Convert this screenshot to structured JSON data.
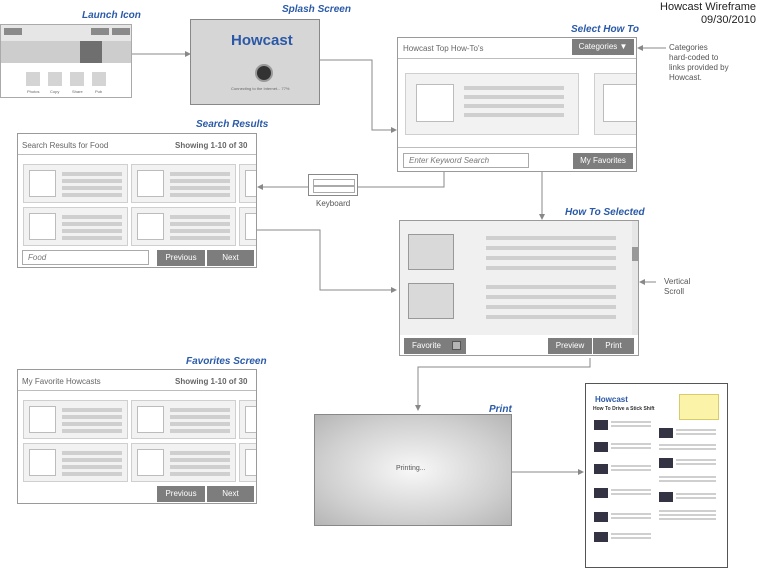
{
  "title": {
    "line1": "Howcast Wireframe",
    "line2": "09/30/2010"
  },
  "captions": {
    "launch_icon": "Launch Icon",
    "splash": "Splash Screen",
    "select_howto": "Select How To",
    "search_results": "Search Results",
    "howto_selected": "How To Selected",
    "favorites": "Favorites  Screen",
    "print": "Print"
  },
  "notes": {
    "categories": [
      "Categories",
      "hard-coded to",
      "links provided by",
      "Howcast."
    ],
    "vertical_scroll": [
      "Vertical",
      "Scroll"
    ],
    "keyboard": "Keyboard"
  },
  "launch": {
    "dock_labels": [
      "Photos",
      "Copy",
      "Share",
      "Pub"
    ]
  },
  "splash": {
    "logo": "Howcast",
    "status": "Connecting to the Internet... 77%"
  },
  "select_howto": {
    "header": "Howcast Top How-To's",
    "categories_label": "Categories",
    "search_placeholder": "Enter Keyword Search",
    "favorites_button": "My Favorites"
  },
  "search_results": {
    "title": "Search Results for Food",
    "count": "Showing 1-10 of 30",
    "query": "Food",
    "prev": "Previous",
    "next": "Next"
  },
  "howto_selected": {
    "favorite": "Favorite",
    "preview": "Preview",
    "print": "Print"
  },
  "favorites": {
    "title": "My Favorite Howcasts",
    "count": "Showing 1-10 of 30",
    "prev": "Previous",
    "next": "Next"
  },
  "print": {
    "status": "Printing..."
  },
  "printed_page": {
    "logo": "Howcast",
    "title": "How To Drive a Stick Shift"
  }
}
